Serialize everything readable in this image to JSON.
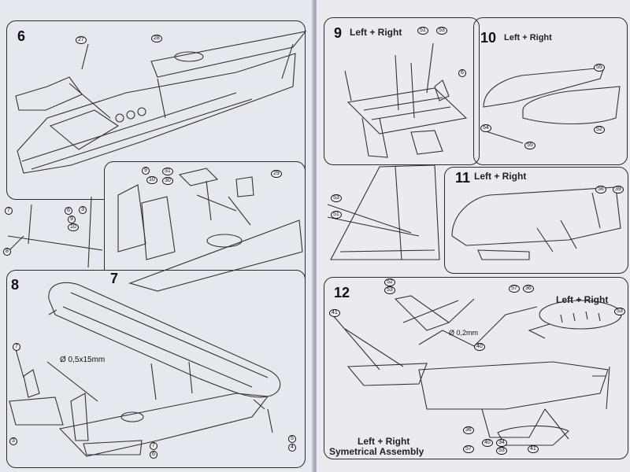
{
  "left_page": {
    "step6": {
      "number": "6",
      "callouts": [
        "27",
        "28",
        "7",
        "6",
        "3",
        "9",
        "10",
        "8"
      ]
    },
    "step7": {
      "number": "7",
      "callouts": [
        "9",
        "31",
        "10",
        "30",
        "29"
      ]
    },
    "step8": {
      "number": "8",
      "dimension": "Ø 0,5x15mm",
      "callouts": [
        "7",
        "3",
        "5",
        "4",
        "7",
        "6"
      ]
    }
  },
  "right_page": {
    "step9": {
      "number": "9",
      "note": "Left + Right",
      "callouts": [
        "51",
        "53",
        "6",
        "53",
        "51"
      ]
    },
    "step10": {
      "number": "10",
      "note": "Left + Right",
      "callouts": [
        "55",
        "52",
        "54",
        "55"
      ]
    },
    "step11": {
      "number": "11",
      "note": "Left + Right",
      "callouts": [
        "56",
        "39"
      ]
    },
    "step12": {
      "number": "12",
      "note": "Left + Right",
      "dimension": "Ø 0,2mm",
      "callouts": [
        "52",
        "53",
        "57",
        "36",
        "41",
        "40",
        "53",
        "36",
        "57",
        "40",
        "34",
        "53",
        "41"
      ],
      "footer_line1": "Left + Right",
      "footer_line2": "Symetrical Assembly"
    }
  },
  "colors": {
    "paper": "#e6e8ef",
    "ink": "#2b2b2b",
    "background": "#b9bdc8"
  }
}
